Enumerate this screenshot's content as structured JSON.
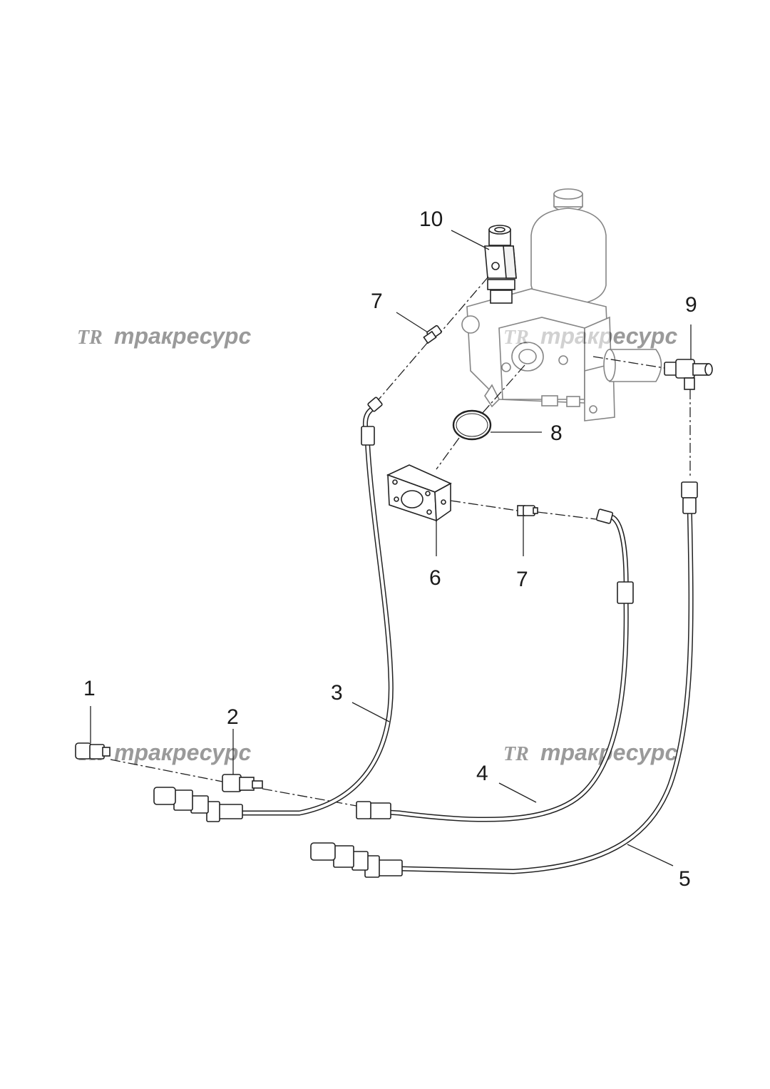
{
  "watermark": {
    "logo": "TR",
    "text": "тракресурс"
  },
  "callouts": {
    "c1": "1",
    "c2": "2",
    "c3": "3",
    "c4": "4",
    "c5": "5",
    "c6": "6",
    "c7a": "7",
    "c7b": "7",
    "c8": "8",
    "c9": "9",
    "c10": "10"
  }
}
